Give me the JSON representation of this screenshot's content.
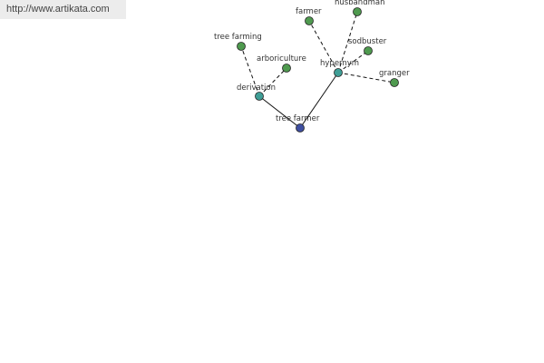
{
  "watermark": {
    "text": "http://www.artikata.com"
  },
  "graph": {
    "colors": {
      "root": "#3f4fa0",
      "relation": "#3f9e96",
      "leaf": "#4f9a4f",
      "stroke": "#222222"
    },
    "nodes": [
      {
        "id": "tree-farmer",
        "label": "tree farmer",
        "kind": "root"
      },
      {
        "id": "derivation",
        "label": "derivation",
        "kind": "relation"
      },
      {
        "id": "hypernym",
        "label": "hypernym",
        "kind": "relation"
      },
      {
        "id": "tree-farming",
        "label": "tree farming",
        "kind": "leaf"
      },
      {
        "id": "arboriculture",
        "label": "arboriculture",
        "kind": "leaf"
      },
      {
        "id": "farmer",
        "label": "farmer",
        "kind": "leaf"
      },
      {
        "id": "husbandman",
        "label": "husbandman",
        "kind": "leaf"
      },
      {
        "id": "sodbuster",
        "label": "sodbuster",
        "kind": "leaf"
      },
      {
        "id": "granger",
        "label": "granger",
        "kind": "leaf"
      }
    ],
    "edges": [
      {
        "from": "tree-farmer",
        "to": "derivation",
        "style": "solid"
      },
      {
        "from": "tree-farmer",
        "to": "hypernym",
        "style": "solid"
      },
      {
        "from": "derivation",
        "to": "tree-farming",
        "style": "dashed"
      },
      {
        "from": "derivation",
        "to": "arboriculture",
        "style": "dashed"
      },
      {
        "from": "hypernym",
        "to": "farmer",
        "style": "dashed"
      },
      {
        "from": "hypernym",
        "to": "husbandman",
        "style": "dashed"
      },
      {
        "from": "hypernym",
        "to": "sodbuster",
        "style": "dashed"
      },
      {
        "from": "hypernym",
        "to": "granger",
        "style": "dashed"
      }
    ]
  }
}
